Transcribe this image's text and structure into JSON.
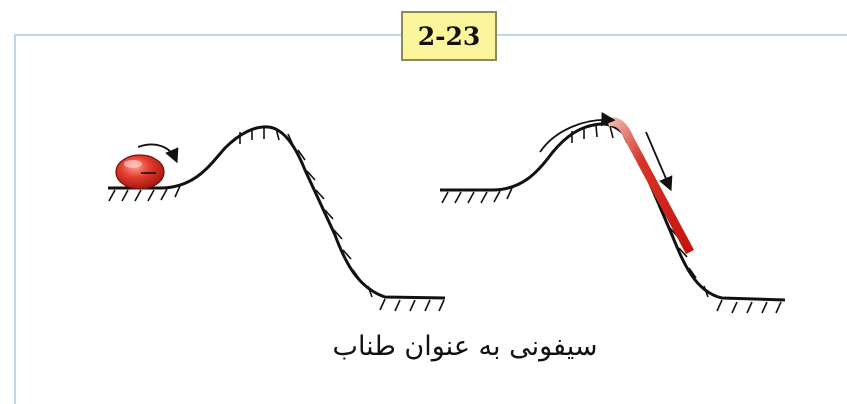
{
  "figure": {
    "label": "2-23",
    "caption": "سیفونی به عنوان طناب"
  },
  "colors": {
    "frame_border": "#bcd8e4",
    "label_background": "#fbf59c",
    "ball": "#d62a20",
    "rope": "#cc1a14",
    "line": "#111111"
  },
  "panels": [
    {
      "name": "ball-on-hill",
      "icon": "ball-icon"
    },
    {
      "name": "siphon-rope-on-hill",
      "icon": "rope-icon"
    }
  ]
}
